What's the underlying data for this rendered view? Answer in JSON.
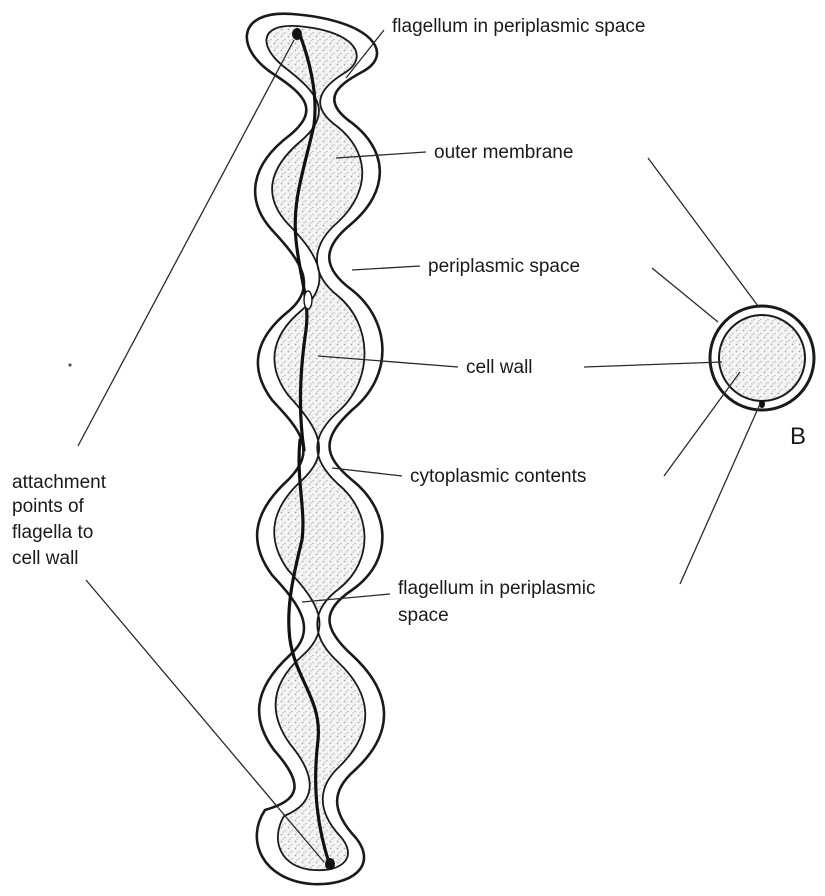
{
  "labels": {
    "flagellum_top": "flagellum in periplasmic space",
    "outer_membrane": "outer membrane",
    "periplasmic_space": "periplasmic space",
    "cell_wall": "cell wall",
    "cytoplasmic_contents": "cytoplasmic contents",
    "flagellum_bottom_line1": "flagellum in periplasmic",
    "flagellum_bottom_line2": "space",
    "attachment_line1": "attachment",
    "attachment_line2": "points of",
    "attachment_line3": "flagella  to",
    "attachment_line4": "cell wall",
    "cross_section": "B"
  },
  "colors": {
    "line": "#1a1a1a",
    "cytoplasm_stipple": "#b5b5b5",
    "background": "#ffffff"
  }
}
